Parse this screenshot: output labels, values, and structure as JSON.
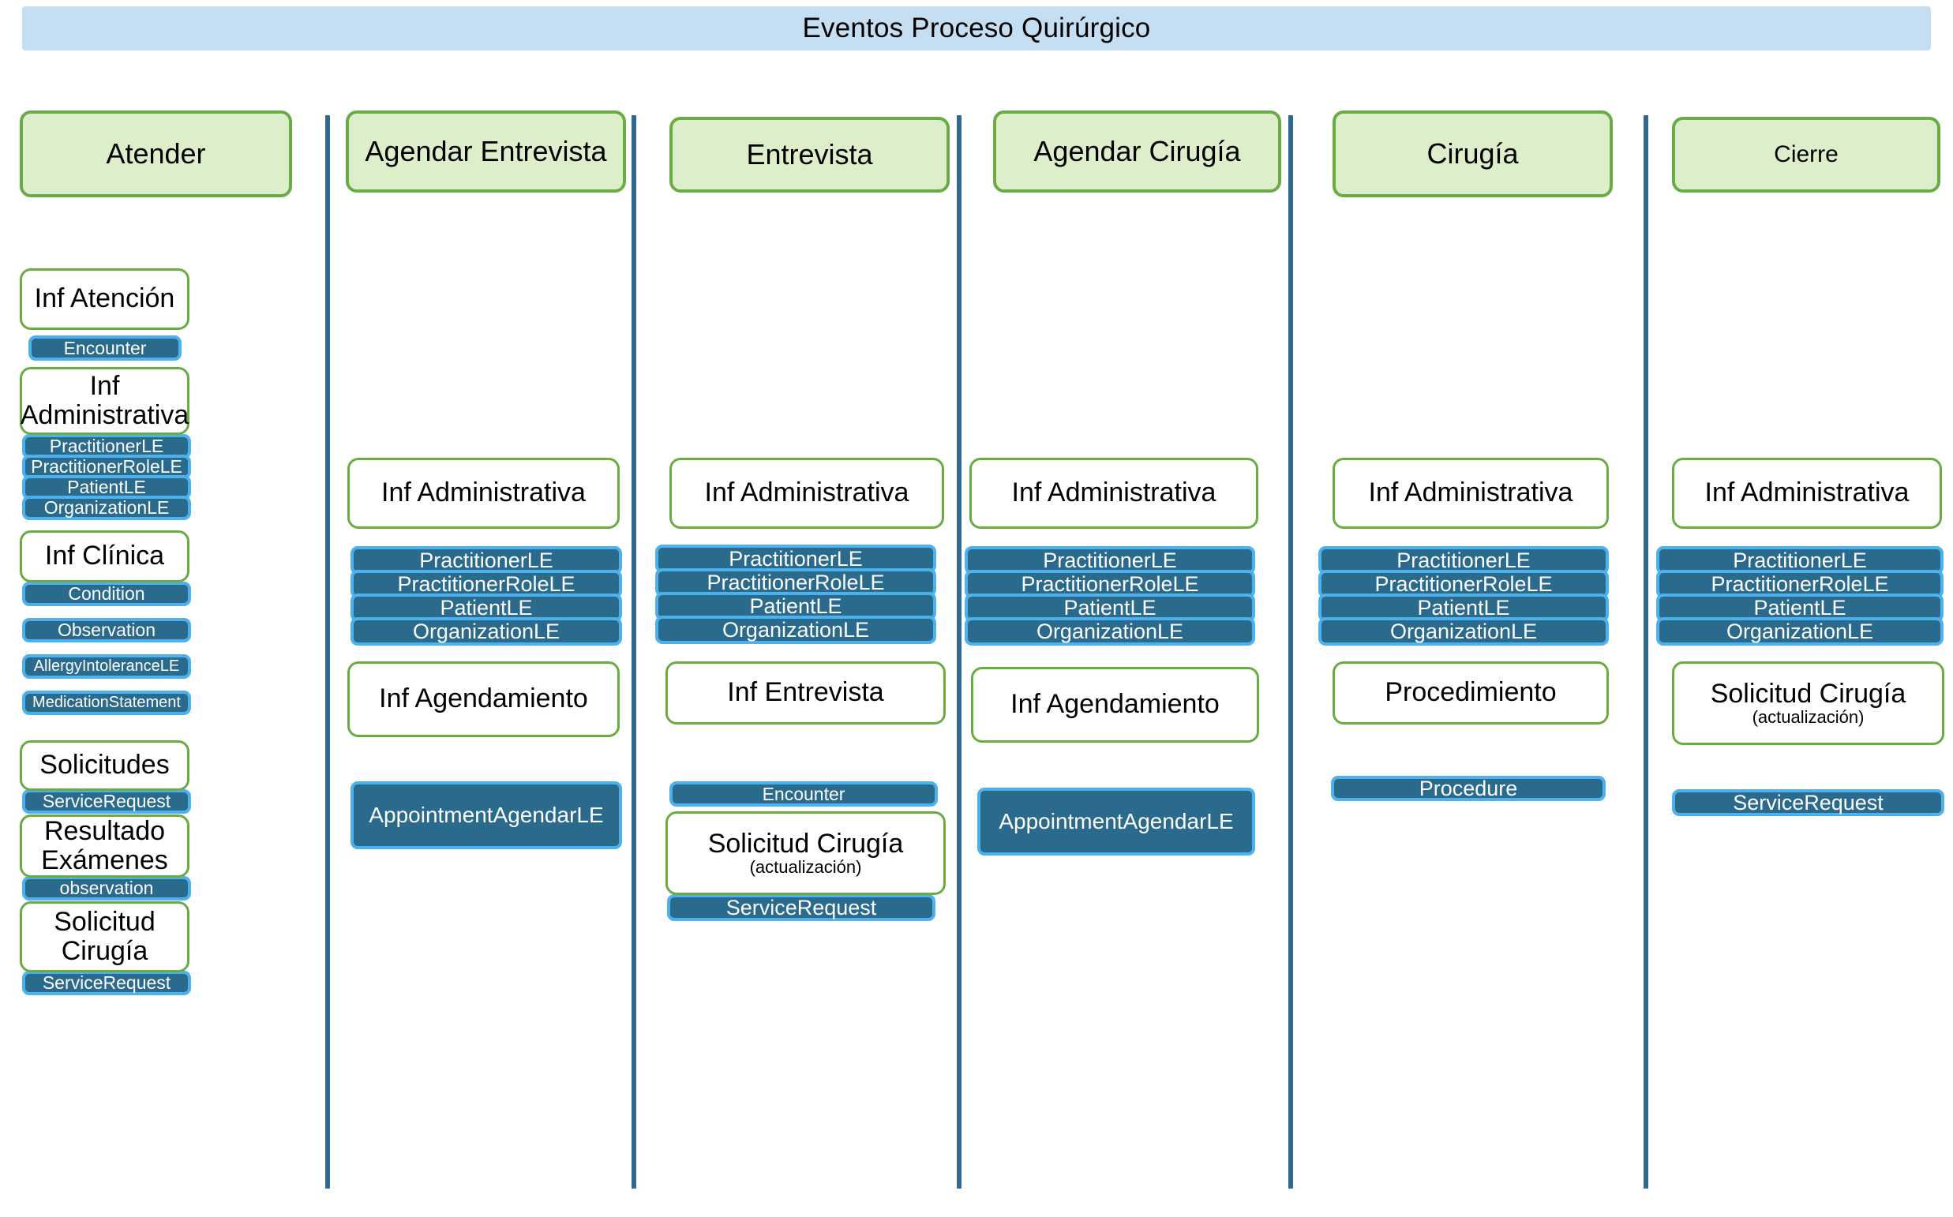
{
  "banner": {
    "title": "Eventos Proceso Quirúrgico",
    "background_color": "#c5def2"
  },
  "palette": {
    "lane_separator": "#31688e",
    "header_fill": "#ddeecb",
    "green_border": "#6aac44",
    "badge_fill": "#2a6a8c",
    "badge_border": "#4cb1ec",
    "entity_fill": "#ffffff"
  },
  "lanes": [
    {
      "id": "atender",
      "header": "Atender",
      "blocks": [
        {
          "title": "Inf Atención",
          "sub": "",
          "badges": [
            "Encounter"
          ]
        },
        {
          "title": "Inf Administrativa",
          "sub": "",
          "badges": [
            "PractitionerLE",
            "PractitionerRoleLE",
            "PatientLE",
            "OrganizationLE"
          ]
        },
        {
          "title": "Inf Clínica",
          "sub": "",
          "badges": [
            "Condition",
            "Observation",
            "AllergyIntoleranceLE",
            "MedicationStatement"
          ]
        },
        {
          "title": "Solicitudes",
          "sub": "",
          "badges": [
            "ServiceRequest"
          ]
        },
        {
          "title": "Resultado Exámenes",
          "sub": "",
          "badges": [
            "observation"
          ]
        },
        {
          "title": "Solicitud Cirugía",
          "sub": "",
          "badges": [
            "ServiceRequest"
          ]
        }
      ]
    },
    {
      "id": "agendar-entrevista",
      "header": "Agendar Entrevista",
      "blocks": [
        {
          "title": "Inf Administrativa",
          "sub": "",
          "badges": [
            "PractitionerLE",
            "PractitionerRoleLE",
            "PatientLE",
            "OrganizationLE"
          ]
        },
        {
          "title": "Inf Agendamiento",
          "sub": "",
          "badges": [
            "AppointmentAgendarLE"
          ]
        }
      ]
    },
    {
      "id": "entrevista",
      "header": "Entrevista",
      "blocks": [
        {
          "title": "Inf Administrativa",
          "sub": "",
          "badges": [
            "PractitionerLE",
            "PractitionerRoleLE",
            "PatientLE",
            "OrganizationLE"
          ]
        },
        {
          "title": "Inf Entrevista",
          "sub": "",
          "badges": [
            "Encounter"
          ]
        },
        {
          "title": "Solicitud Cirugía",
          "sub": "(actualización)",
          "badges": [
            "ServiceRequest"
          ]
        }
      ]
    },
    {
      "id": "agendar-cirugia",
      "header": "Agendar Cirugía",
      "blocks": [
        {
          "title": "Inf Administrativa",
          "sub": "",
          "badges": [
            "PractitionerLE",
            "PractitionerRoleLE",
            "PatientLE",
            "OrganizationLE"
          ]
        },
        {
          "title": "Inf Agendamiento",
          "sub": "",
          "badges": [
            "AppointmentAgendarLE"
          ]
        }
      ]
    },
    {
      "id": "cirugia",
      "header": "Cirugía",
      "blocks": [
        {
          "title": "Inf Administrativa",
          "sub": "",
          "badges": [
            "PractitionerLE",
            "PractitionerRoleLE",
            "PatientLE",
            "OrganizationLE"
          ]
        },
        {
          "title": "Procedimiento",
          "sub": "",
          "badges": [
            "Procedure"
          ]
        }
      ]
    },
    {
      "id": "cierre",
      "header": "Cierre",
      "blocks": [
        {
          "title": "Inf Administrativa",
          "sub": "",
          "badges": [
            "PractitionerLE",
            "PractitionerRoleLE",
            "PatientLE",
            "OrganizationLE"
          ]
        },
        {
          "title": "Solicitud Cirugía",
          "sub": "(actualización)",
          "badges": [
            "ServiceRequest"
          ]
        }
      ]
    }
  ],
  "layout": {
    "lane_x": [
      25,
      438,
      848,
      1258,
      1688,
      2118
    ],
    "lane_header_width": [
      345,
      355,
      355,
      365,
      355,
      340
    ],
    "lane_header_height": [
      110,
      86,
      82,
      110,
      110,
      82
    ],
    "separator_x": [
      412,
      800,
      1212,
      1632,
      2082
    ]
  }
}
